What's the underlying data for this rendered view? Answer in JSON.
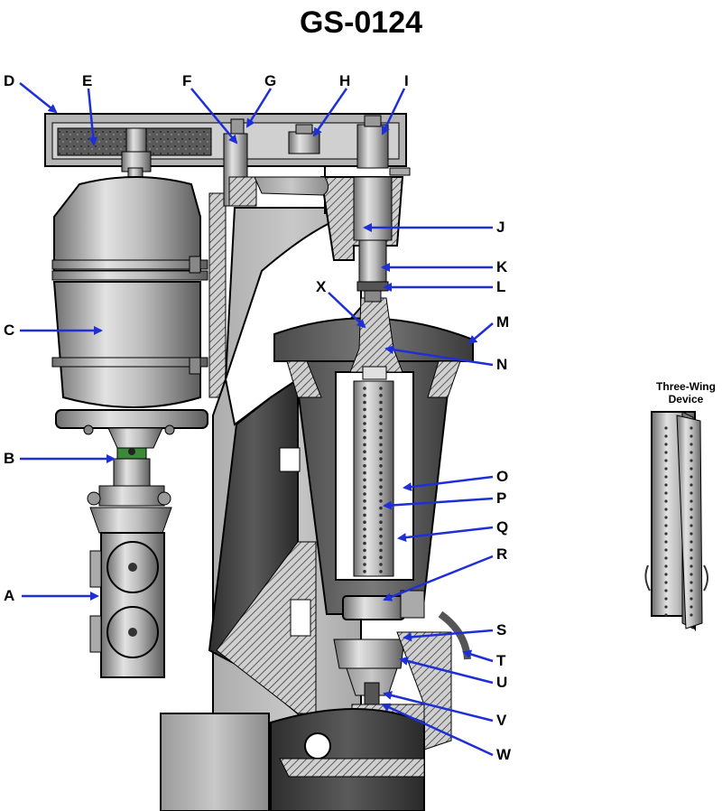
{
  "title": "GS-0124",
  "inset": {
    "line1": "Three-Wing",
    "line2": "Device"
  },
  "labels": {
    "A": "A",
    "B": "B",
    "C": "C",
    "D": "D",
    "E": "E",
    "F": "F",
    "G": "G",
    "H": "H",
    "I": "I",
    "J": "J",
    "K": "K",
    "L": "L",
    "M": "M",
    "N": "N",
    "O": "O",
    "P": "P",
    "Q": "Q",
    "R": "R",
    "S": "S",
    "T": "T",
    "U": "U",
    "V": "V",
    "W": "W",
    "X": "X"
  },
  "colors": {
    "arrow": "#1f2fd6",
    "outline": "#000000",
    "metal_light": "#d9d9d9",
    "metal_mid": "#a8a8a8",
    "metal_dark": "#6a6a6a",
    "cavity": "#3c3c3c"
  }
}
